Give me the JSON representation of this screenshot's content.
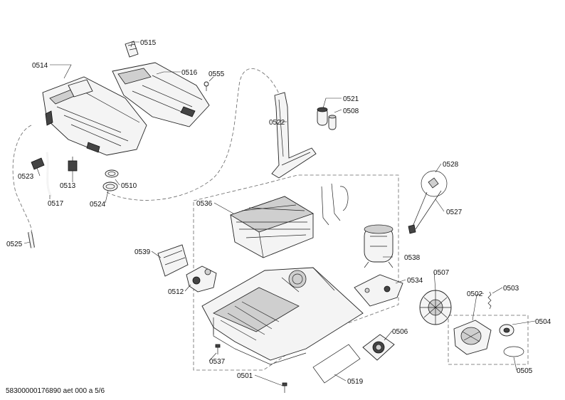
{
  "labels": {
    "p0514": "0514",
    "p0515": "0515",
    "p0516": "0516",
    "p0555": "0555",
    "p0521": "0521",
    "p0508": "0508",
    "p0522": "0522",
    "p0523": "0523",
    "p0513": "0513",
    "p0510": "0510",
    "p0517": "0517",
    "p0524": "0524",
    "p0525": "0525",
    "p0536": "0536",
    "p0528": "0528",
    "p0527": "0527",
    "p0539": "0539",
    "p0538": "0538",
    "p0512": "0512",
    "p0534": "0534",
    "p0507": "0507",
    "p0502": "0502",
    "p0503": "0503",
    "p0504": "0504",
    "p0506": "0506",
    "p0537": "0537",
    "p0501": "0501",
    "p0519": "0519",
    "p0505": "0505"
  },
  "footer": {
    "text": "58300000176890 aet 000 a 5/6"
  }
}
